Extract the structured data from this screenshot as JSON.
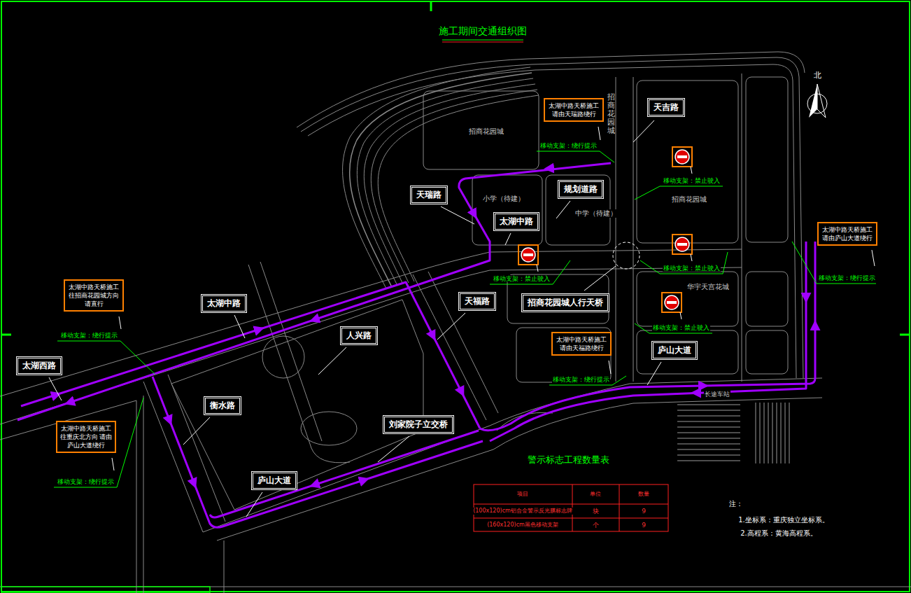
{
  "diagram": {
    "title": "施工期间交通组织图",
    "nodes": [
      {
        "text": [
          "天吉路"
        ]
      },
      {
        "text": [
          "太湖中路天桥施工 请由天瑞路绕行"
        ]
      },
      {
        "text": [
          "天瑞路"
        ]
      },
      {
        "text": [
          "规划道路"
        ]
      },
      {
        "text": [
          "太湖中路"
        ]
      },
      {
        "text": [
          "太湖中路天桥施工 请由庐山大道绕行"
        ]
      },
      {
        "text": [
          "太湖中路天桥施工 往招商花园城方向 请直行"
        ]
      },
      {
        "text": [
          "天福路"
        ]
      },
      {
        "text": [
          "招商花园城人行天桥"
        ]
      },
      {
        "text": [
          "太湖中路"
        ]
      },
      {
        "text": [
          "人兴路"
        ]
      },
      {
        "text": [
          "太湖中路天桥施工 请由天福路绕行"
        ]
      },
      {
        "text": [
          "庐山大道"
        ]
      },
      {
        "text": [
          "太湖西路"
        ]
      },
      {
        "text": [
          "衡水路"
        ]
      },
      {
        "text": [
          "刘家院子立交桥"
        ]
      },
      {
        "text": [
          "太湖中路天桥施工 往重庆北方向 请由庐山大道绕行"
        ]
      },
      {
        "text": [
          "庐山大道"
        ]
      }
    ],
    "labels": [
      "招商花园城",
      "招商花园城",
      "小学（待建）",
      "中学（待建）",
      "招商花园城",
      "华宇天宫花城",
      "长途车站",
      "北",
      "移动支架：绕行提示",
      "移动支架：禁止驶入",
      "移动支架：禁止驶入",
      "移动支架：禁止驶入",
      "移动支架：绕行提示",
      "移动支架：禁止驶入",
      "移动支架：绕行提示",
      "移动支架：绕行提示",
      "移动支架：绕行提示",
      "警示标志工程数量表",
      "项目",
      "单位",
      "数量",
      "(100x120)cm铝合金警示反光膜标志牌",
      "块",
      "9",
      "(160x120)cm黑色移动支架",
      "个",
      "9",
      "注：",
      "1.坐标系：重庆独立坐标系。",
      "2.高程系：黄海高程系。"
    ]
  }
}
